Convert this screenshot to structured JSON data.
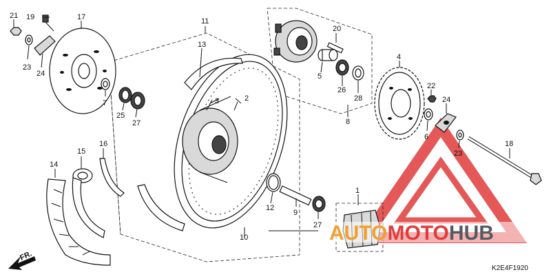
{
  "callouts": {
    "c1": "1",
    "c2": "2",
    "c3": "3",
    "c4": "4",
    "c5": "5",
    "c6": "6",
    "c7": "7",
    "c8": "8",
    "c9": "9",
    "c10": "10",
    "c11": "11",
    "c12": "12",
    "c13": "13",
    "c14": "14",
    "c15": "15",
    "c16": "16",
    "c17": "17",
    "c18": "18",
    "c19": "19",
    "c20": "20",
    "c21": "21",
    "c22": "22",
    "c23a": "23",
    "c23b": "23",
    "c24a": "24",
    "c24b": "24",
    "c25": "25",
    "c26": "26",
    "c27a": "27",
    "c27b": "27",
    "c28": "28"
  },
  "direction_label": "FR.",
  "diagram_code": "K2E4F1920",
  "watermark": {
    "prefix": "AUTO",
    "middle": "MOTO",
    "suffix": "HUB",
    "colors": {
      "red": "#e03c3c",
      "orange": "#f0a030",
      "gray": "#555a60"
    }
  }
}
